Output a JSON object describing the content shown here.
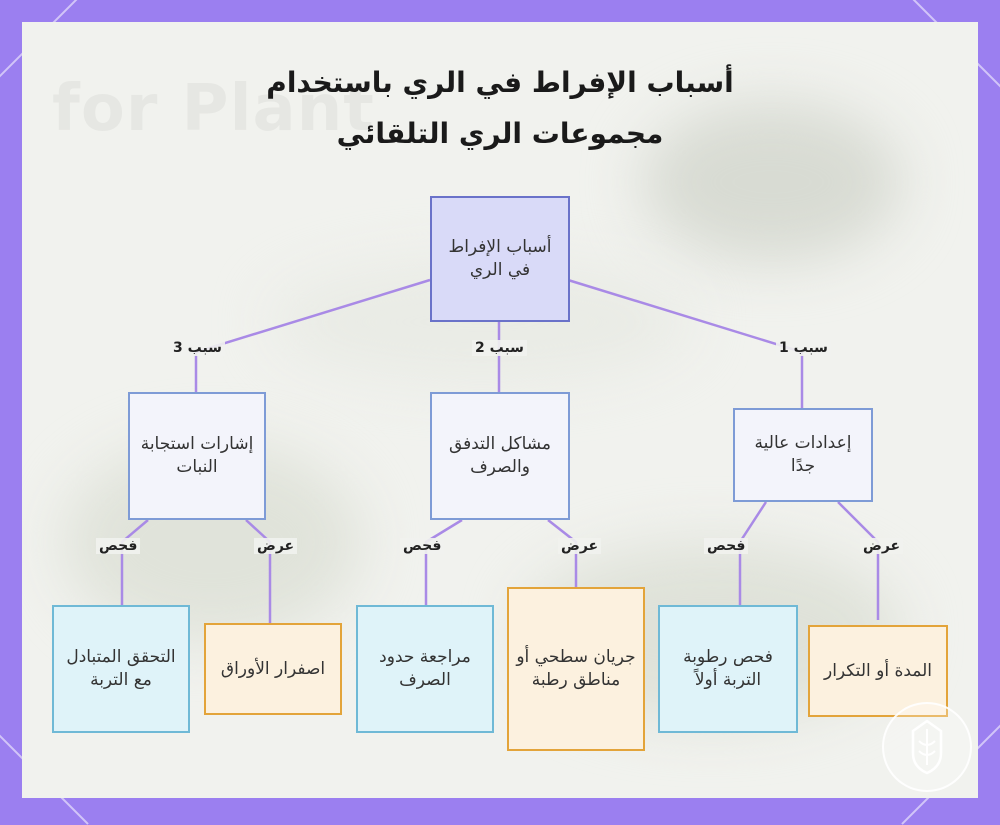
{
  "title": {
    "line1": "أسباب الإفراط في الري باستخدام",
    "line2": "مجموعات الري التلقائي"
  },
  "nodes": {
    "root": "أسباب الإفراط في الري",
    "cause1": "إعدادات عالية جدًا",
    "cause2": "مشاكل التدفق والصرف",
    "cause3": "إشارات استجابة النبات",
    "check1": "فحص رطوبة التربة أولاً",
    "symptom1": "المدة أو التكرار",
    "check2": "مراجعة حدود الصرف",
    "symptom2": "جريان سطحي أو مناطق رطبة",
    "check3": "التحقق المتبادل مع التربة",
    "symptom3": "اصفرار الأوراق"
  },
  "edge_labels": {
    "cause1": "سبب 1",
    "cause2": "سبب 2",
    "cause3": "سبب 3",
    "check": "فحص",
    "symptom": "عرض"
  },
  "colors": {
    "frame": "#9b7ff0",
    "edge": "#a98ae6",
    "root_fill": "#d9daf8",
    "check_border": "#6fb9d6",
    "symptom_border": "#e3a43a"
  },
  "icons": {
    "watermark": "shield-logo-icon"
  }
}
